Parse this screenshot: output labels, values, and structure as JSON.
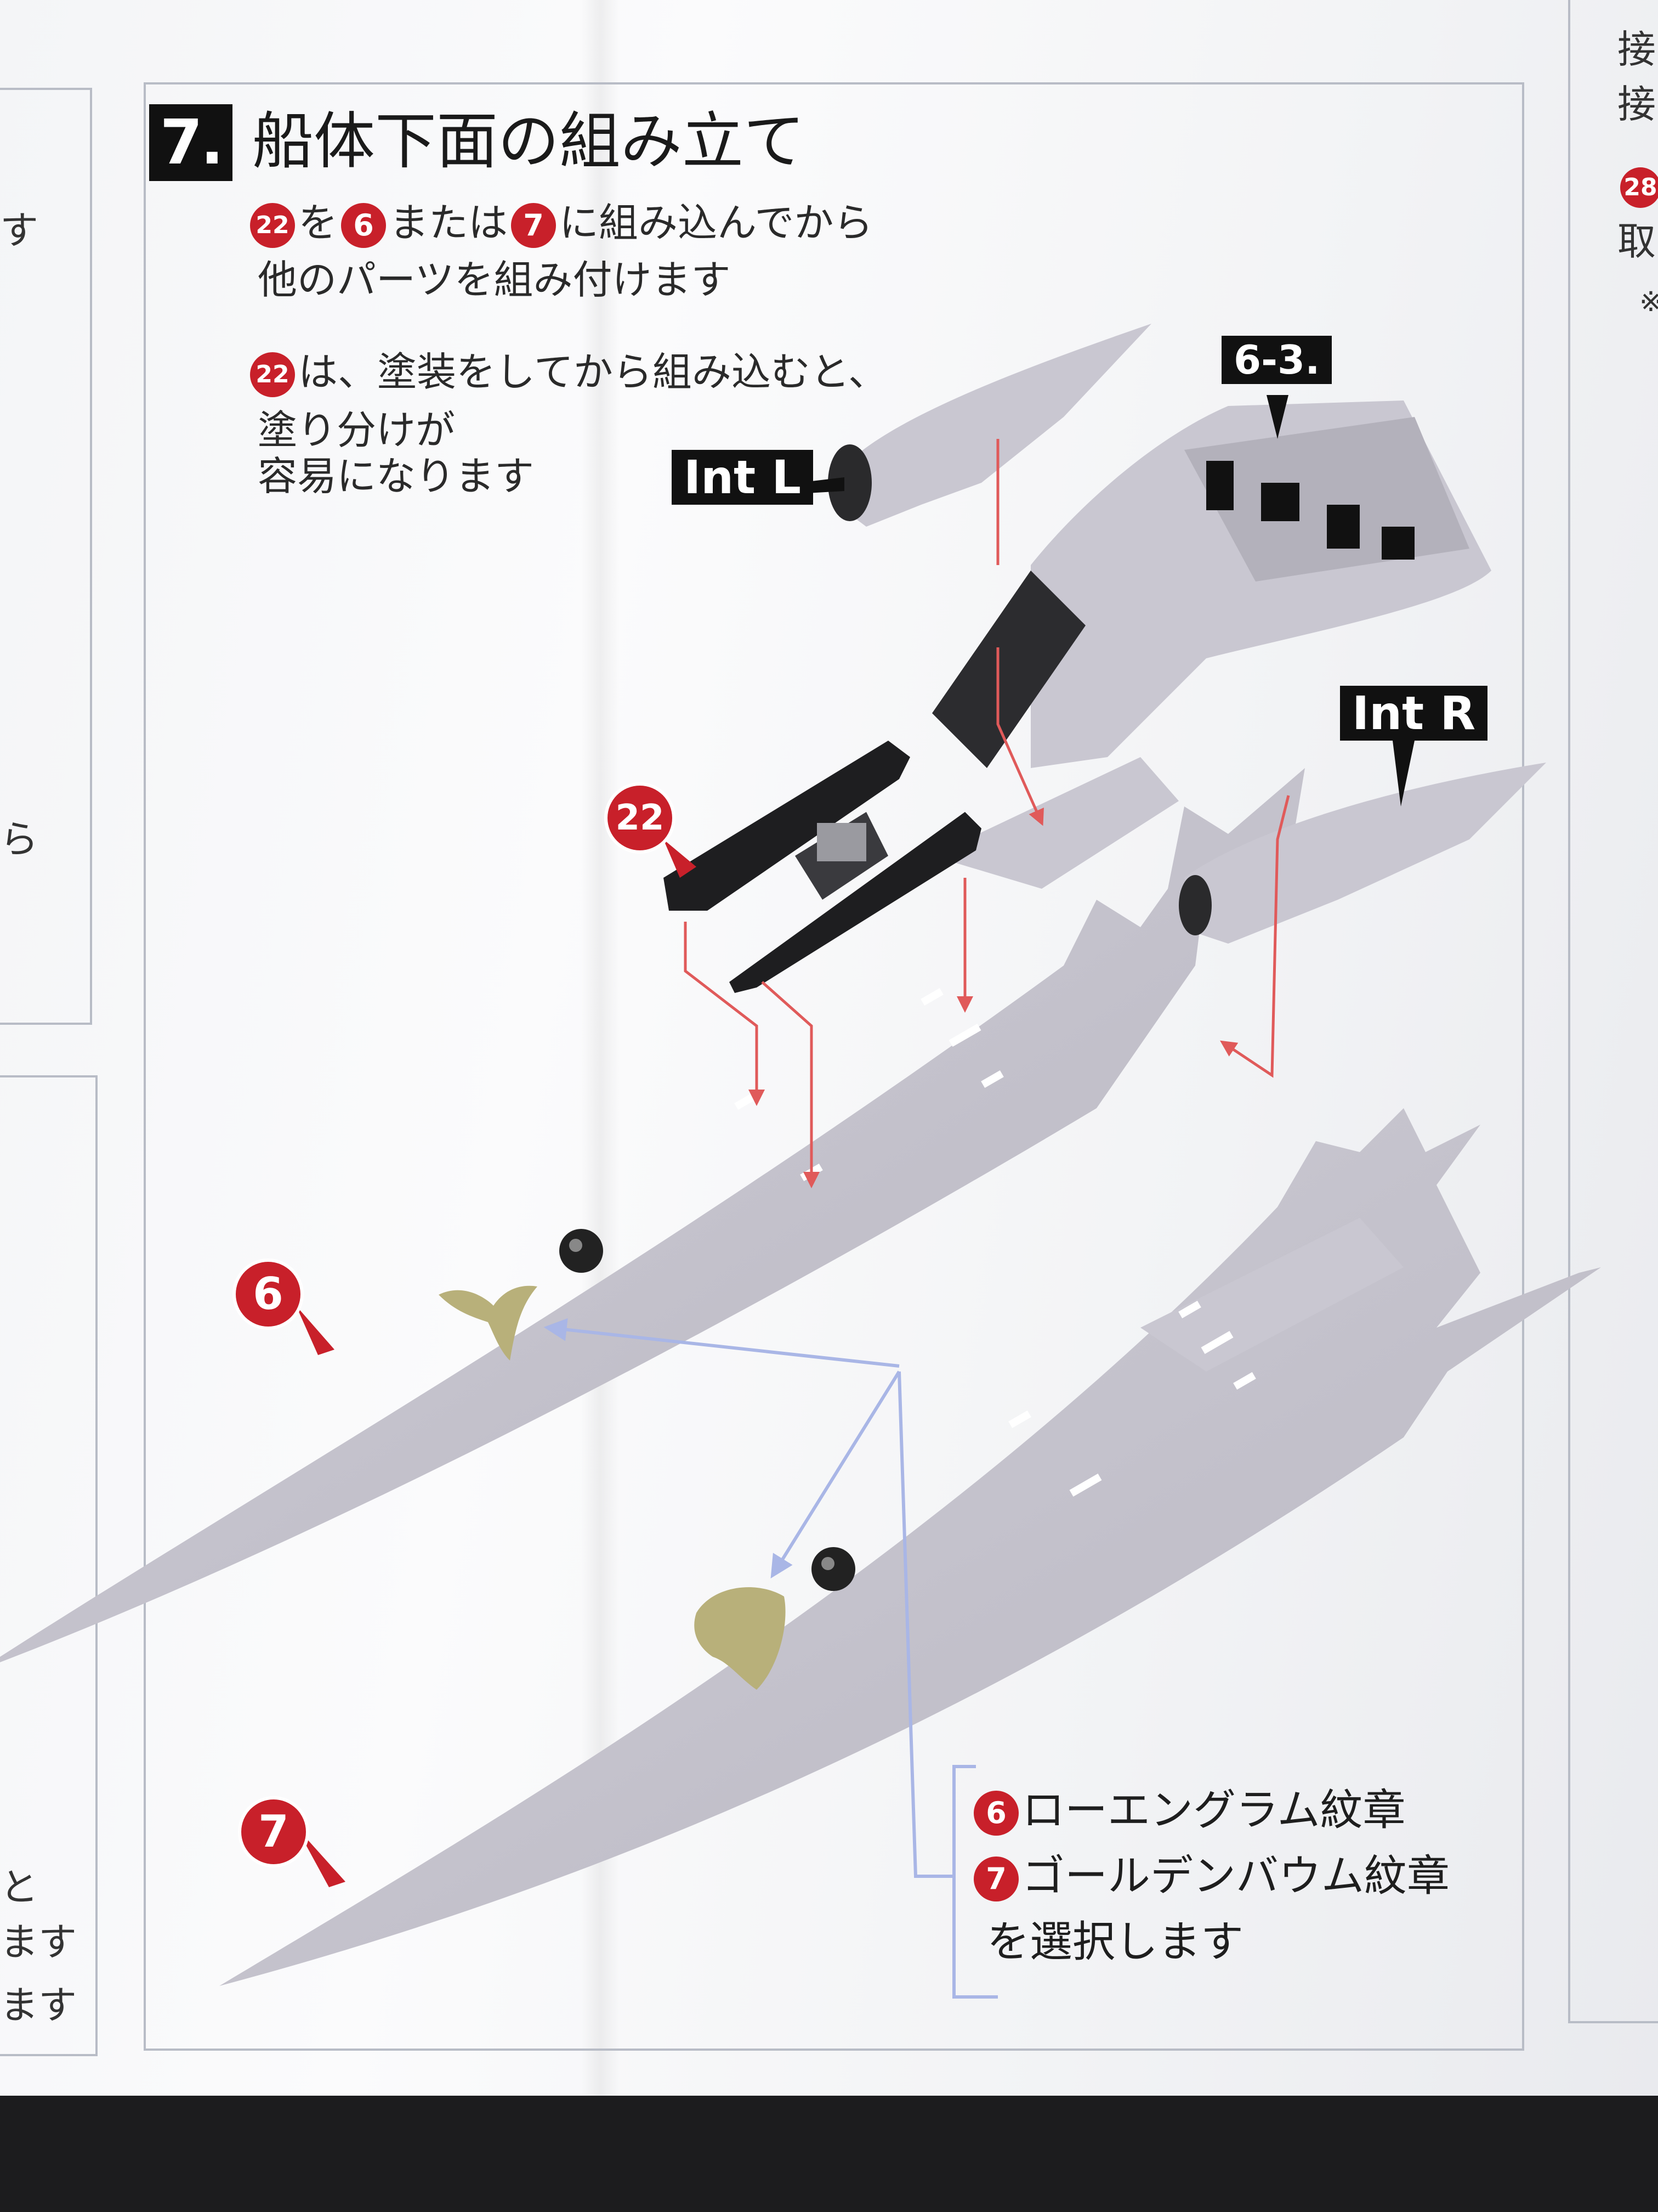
{
  "step": {
    "number": "7.",
    "title": "船体下面の組み立て"
  },
  "instructions": {
    "line1_part1": "22",
    "line1_text1": "を",
    "line1_part2": "6",
    "line1_text2": "または",
    "line1_part3": "7",
    "line1_text3": "に組み込んでから",
    "line2": "他のパーツを組み付けます",
    "line3_part": "22",
    "line3_text": "は、塗装をしてから組み込むと、",
    "line4": "塗り分けが",
    "line5": "容易になります"
  },
  "labels": {
    "int_l": "Int L",
    "int_r": "Int R",
    "ref_63": "6-3."
  },
  "callouts": {
    "part22": "22",
    "part6": "6",
    "part7": "7"
  },
  "legend": {
    "item1_part": "6",
    "item1_text": "ローエングラム紋章",
    "item2_part": "7",
    "item2_text": "ゴールデンバウム紋章",
    "item3": "を選択します"
  },
  "edge_fragments": {
    "left_top": "す",
    "left_mid": "ら",
    "left_bottom1": "と",
    "left_bottom2": "ます",
    "left_bottom3": "ます",
    "right_top1": "接",
    "right_top2": "接",
    "right_badge": "28",
    "right_mid": "取",
    "right_note": "※"
  },
  "colors": {
    "accent_red": "#c8202a",
    "label_black": "#111111",
    "hull_gray": "#c4c2cc",
    "arrow_blue": "#a9b6e6",
    "frame_gray": "#b8bcc6",
    "emblem_gold": "#b8b07a"
  }
}
